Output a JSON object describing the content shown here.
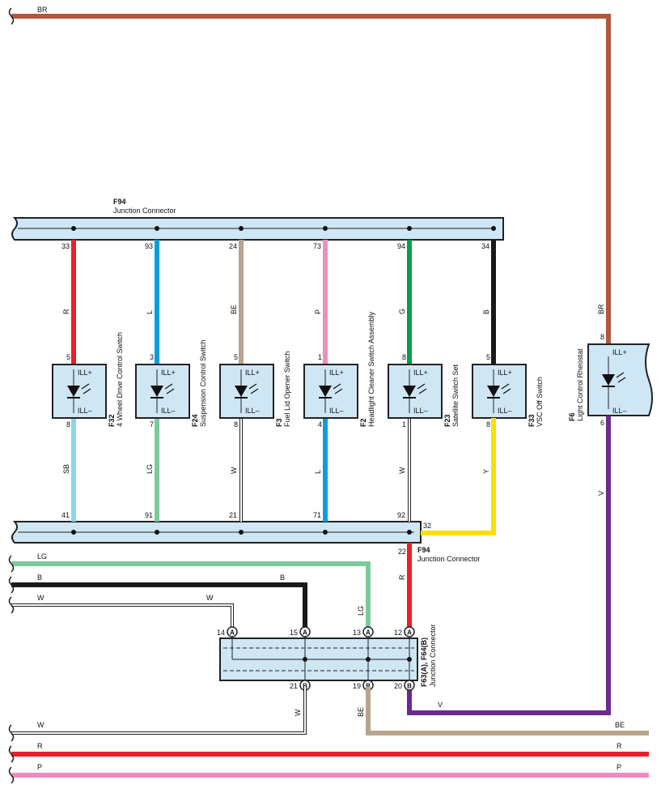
{
  "connectors": {
    "top_bar": {
      "id": "F94",
      "name": "Junction Connector",
      "pins": [
        "33",
        "93",
        "24",
        "73",
        "94",
        "34"
      ]
    },
    "bottom_bar": {
      "id": "F94",
      "name": "Junction Connector",
      "pins": [
        "41",
        "91",
        "21",
        "71",
        "92"
      ],
      "extra_pin": "32",
      "out_pin": "22"
    },
    "junction_block": {
      "id": "F63(A), F64(B)",
      "name": "Junction Connector",
      "top_pins": [
        "14",
        "15",
        "13",
        "12"
      ],
      "top_letters": [
        "A",
        "A",
        "A",
        "A"
      ],
      "bottom_pins": [
        "21",
        "19",
        "20"
      ],
      "bottom_letters": [
        "B",
        "B",
        "B"
      ]
    }
  },
  "switches": [
    {
      "id": "F32",
      "name": "4 Wheel Drive Control Switch",
      "pin_in": "5",
      "pin_out": "8",
      "wire_in": "R",
      "wire_out": "SB",
      "color_in": "#e8202a",
      "color_out": "#8fd3f0"
    },
    {
      "id": "F24",
      "name": "Suspension Control Switch",
      "pin_in": "3",
      "pin_out": "7",
      "wire_in": "L",
      "wire_out": "LG",
      "color_in": "#00a0e0",
      "color_out": "#7cc99a"
    },
    {
      "id": "F3",
      "name": "Fuel Lid Opener Switch",
      "pin_in": "5",
      "pin_out": "8",
      "wire_in": "BE",
      "wire_out": "W",
      "color_in": "#b8a48c",
      "color_out": "#ffffff"
    },
    {
      "id": "F2",
      "name": "Headlight Cleaner Switch Assembly",
      "pin_in": "1",
      "pin_out": "4",
      "wire_in": "P",
      "wire_out": "L",
      "color_in": "#f08cbe",
      "color_out": "#00a0e0"
    },
    {
      "id": "F23",
      "name": "Satellite Switch Set",
      "pin_in": "8",
      "pin_out": "1",
      "wire_in": "G",
      "wire_out": "W",
      "color_in": "#00a050",
      "color_out": "#ffffff"
    },
    {
      "id": "F33",
      "name": "VSC Off Switch",
      "pin_in": "5",
      "pin_out": "8",
      "wire_in": "B",
      "wire_out": "Y",
      "color_in": "#1a1a1a",
      "color_out": "#ffdd00"
    }
  ],
  "switch_labels": {
    "ill_plus": "ILL+",
    "ill_minus": "ILL–"
  },
  "rheostat": {
    "id": "F6",
    "name": "Light Control Rheostat",
    "pin_in": "8",
    "pin_out": "6",
    "ill_plus": "ILL+",
    "ill_minus": "ILL–",
    "wire_in": "BR",
    "wire_out": "V"
  },
  "wires": {
    "top_br": "BR",
    "lg": "LG",
    "b_left": "B",
    "b_right": "B",
    "w_left": "W",
    "w_right": "W",
    "lg_vertical": "LG",
    "r_vertical": "R",
    "v_bottom": "V",
    "w_bottom": "W",
    "w_vertical": "W",
    "be_vertical": "BE",
    "be_right": "BE",
    "r_bottom": "R",
    "r_bottom_right": "R",
    "p_bottom": "P",
    "p_bottom_right": "P"
  },
  "colors": {
    "BR": "#b0583a",
    "R": "#e8202a",
    "L": "#00a0e0",
    "BE": "#b8a48c",
    "P": "#f08cbe",
    "G": "#00a050",
    "B": "#1a1a1a",
    "SB": "#8fd3f0",
    "LG": "#7cc99a",
    "W": "#ffffff",
    "Y": "#ffdd00",
    "V": "#6a2a90",
    "box_fill": "#cfe6f5"
  }
}
